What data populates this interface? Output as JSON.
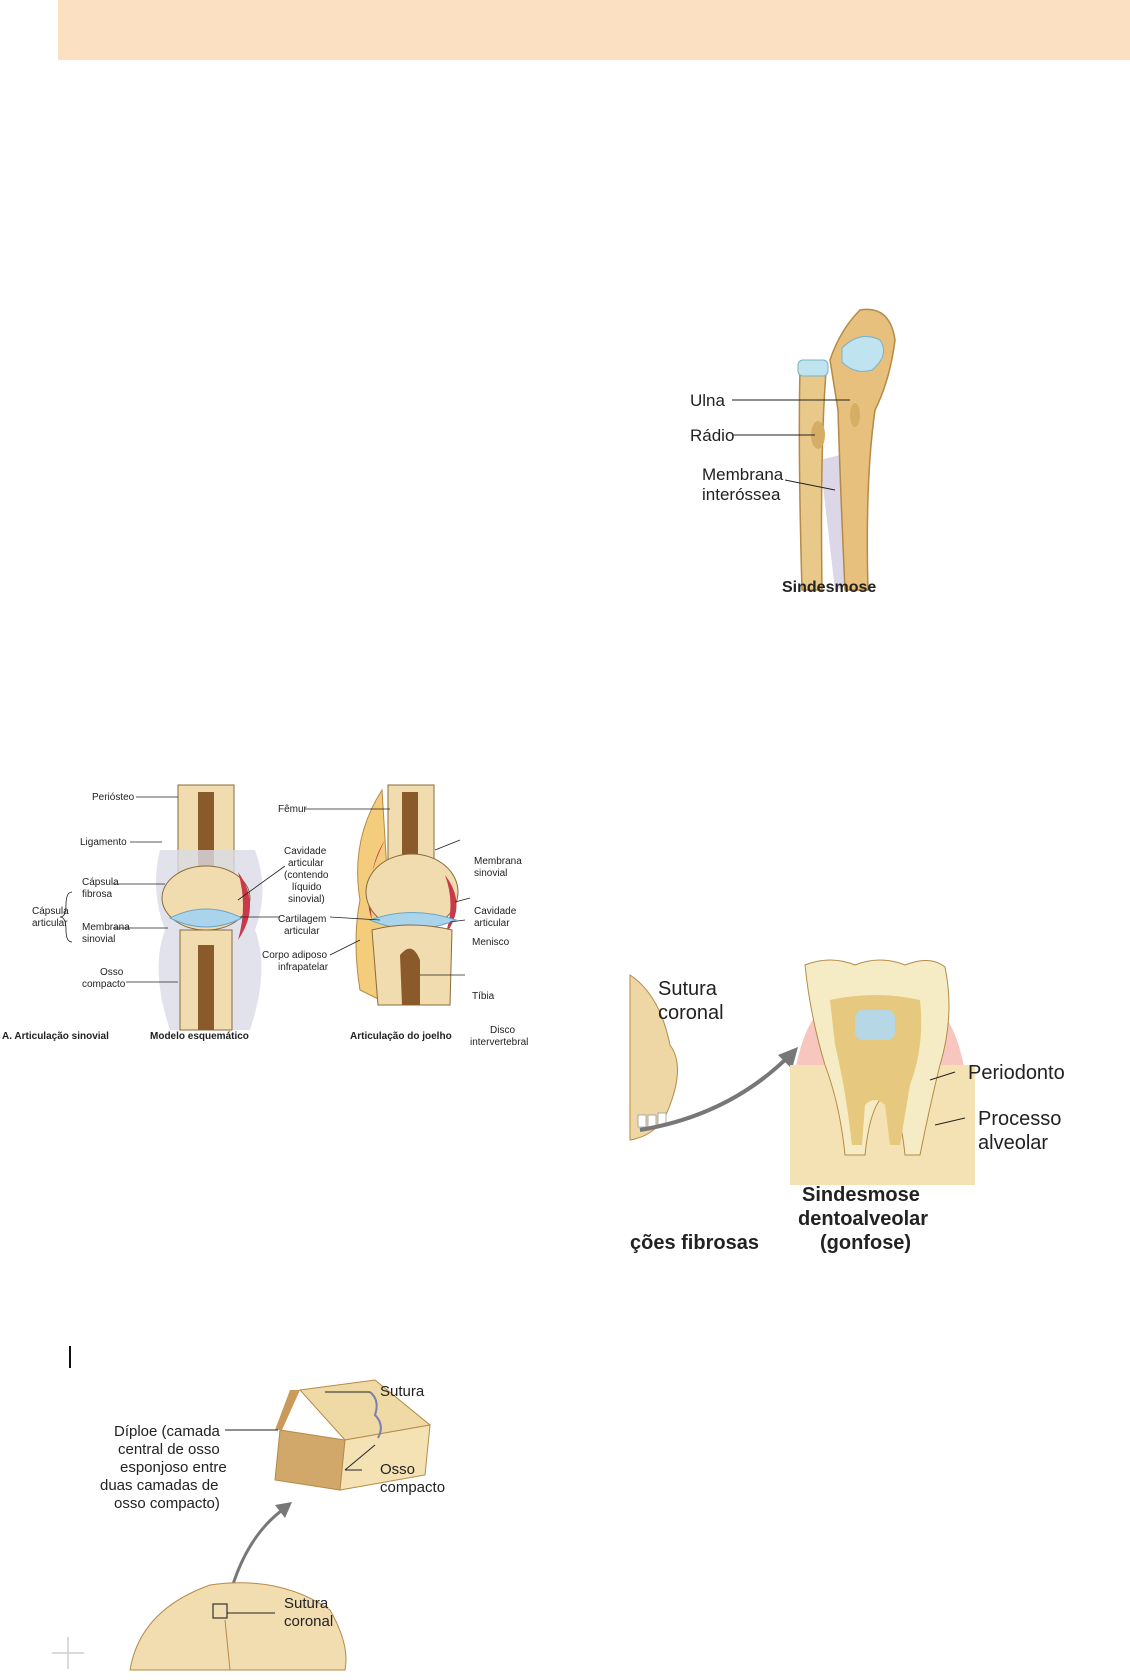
{
  "sindesmose": {
    "ulna": "Ulna",
    "radio": "Rádio",
    "membrana_1": "Membrana",
    "membrana_2": "interóssea",
    "caption": "Sindesmose"
  },
  "sinovial": {
    "periosteo": "Periósteo",
    "ligamento": "Ligamento",
    "capsula_fibrosa_1": "Cápsula",
    "capsula_fibrosa_2": "fibrosa",
    "capsula_articular_1": "Cápsula",
    "capsula_articular_2": "articular",
    "membrana_sinovial_1": "Membrana",
    "membrana_sinovial_2": "sinovial",
    "osso_compacto_1": "Osso",
    "osso_compacto_2": "compacto",
    "femur": "Fêmur",
    "cavidade_1": "Cavidade",
    "cavidade_2": "articular",
    "cavidade_3": "(contendo",
    "cavidade_4": "líquido",
    "cavidade_5": "sinovial)",
    "cartilagem_1": "Cartilagem",
    "cartilagem_2": "articular",
    "corpo_adiposo_1": "Corpo adiposo",
    "corpo_adiposo_2": "infrapatelar",
    "membrana_sinovial_r1": "Membrana",
    "membrana_sinovial_r2": "sinovial",
    "cavidade_r1": "Cavidade",
    "cavidade_r2": "articular",
    "menisco": "Menisco",
    "tibia": "Tíbia",
    "caption_a": "A. Articulação sinovial",
    "caption_modelo": "Modelo esquemático",
    "caption_joelho": "Articulação do joelho",
    "disco_1": "Disco",
    "disco_2": "intervertebral"
  },
  "gonfose": {
    "sutura_1": "Sutura",
    "sutura_2": "coronal",
    "periodonto": "Periodonto",
    "processo_1": "Processo",
    "processo_2": "alveolar",
    "caption_1": "Sindesmose",
    "caption_2": "dentoalveolar",
    "caption_3": "(gonfose)",
    "left_caption": "ções fibrosas"
  },
  "sutura": {
    "sutura": "Sutura",
    "diploe_1": "Díploe (camada",
    "diploe_2": "central de osso",
    "diploe_3": "esponjoso entre",
    "diploe_4": "duas camadas de",
    "diploe_5": "osso compacto)",
    "osso_compacto_1": "Osso",
    "osso_compacto_2": "compacto",
    "sutura_coronal_1": "Sutura",
    "sutura_coronal_2": "coronal"
  }
}
